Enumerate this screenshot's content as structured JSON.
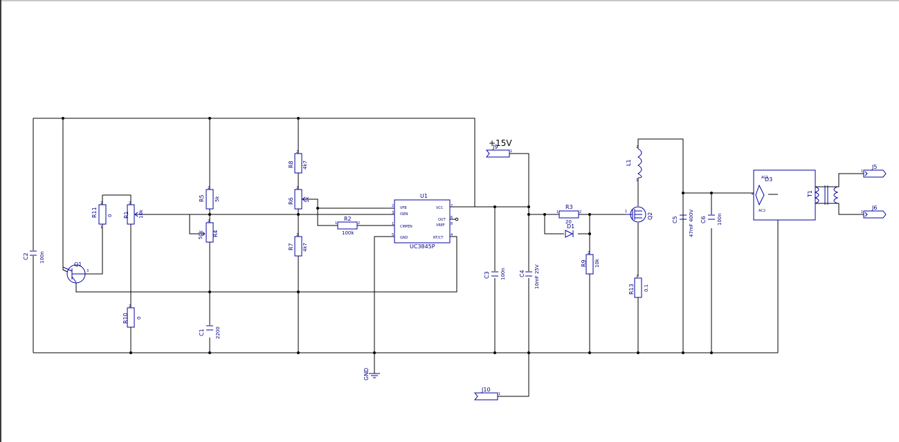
{
  "schematic": {
    "ic": {
      "ref": "U1",
      "part": "UC3845P",
      "pins": {
        "vfb": "VFB",
        "isen": "ISEN",
        "cmpen": "CMPEN",
        "gnd": "GND",
        "vcc": "VCC",
        "out": "OUT",
        "vref": "VREF",
        "rtct": "RT/CT",
        "n1": "1",
        "n2": "2",
        "n3": "3",
        "n4": "4",
        "n5": "5",
        "n6": "6",
        "n7": "7",
        "n8": "8"
      }
    },
    "supply": {
      "label": "+15V",
      "gnd": "GND"
    },
    "pin_nums": {
      "one": "1",
      "two": "2",
      "three": "3"
    },
    "parts": {
      "r1": {
        "ref": "R1",
        "value": "10k"
      },
      "r2": {
        "ref": "R2",
        "value": "100k"
      },
      "r3": {
        "ref": "R3",
        "value": "20"
      },
      "r4": {
        "ref": "R4",
        "value": "50k"
      },
      "r5": {
        "ref": "R5",
        "value": "5k"
      },
      "r6": {
        "ref": "R6",
        "value": "1k"
      },
      "r7": {
        "ref": "R7",
        "value": "4k7"
      },
      "r8": {
        "ref": "R8",
        "value": "4k7"
      },
      "r9": {
        "ref": "R9",
        "value": "10k"
      },
      "r10": {
        "ref": "R10",
        "value": "0"
      },
      "r11": {
        "ref": "R11",
        "value": "0"
      },
      "r13": {
        "ref": "R13",
        "value": "0.1"
      },
      "c1": {
        "ref": "C1",
        "value": "2200"
      },
      "c2": {
        "ref": "C2",
        "value": "100n"
      },
      "c3": {
        "ref": "C3",
        "value": "100n"
      },
      "c4": {
        "ref": "C4",
        "value": "10mF 25V"
      },
      "c5": {
        "ref": "C5",
        "value": "47mF 400V"
      },
      "c6": {
        "ref": "C6",
        "value": "100n"
      },
      "q1": {
        "ref": "Q1"
      },
      "q2": {
        "ref": "Q2"
      },
      "d1": {
        "ref": "D1"
      },
      "d3": {
        "ref": "D3",
        "ac1": "AC1",
        "ac2": "AC2",
        "plus": "+",
        "minus": "-"
      },
      "l1": {
        "ref": "L1"
      },
      "t1": {
        "ref": "T1"
      },
      "j5": {
        "ref": "J5"
      },
      "j6": {
        "ref": "J6"
      },
      "j9": {
        "ref": "J9"
      },
      "j10": {
        "ref": "J10"
      }
    }
  }
}
